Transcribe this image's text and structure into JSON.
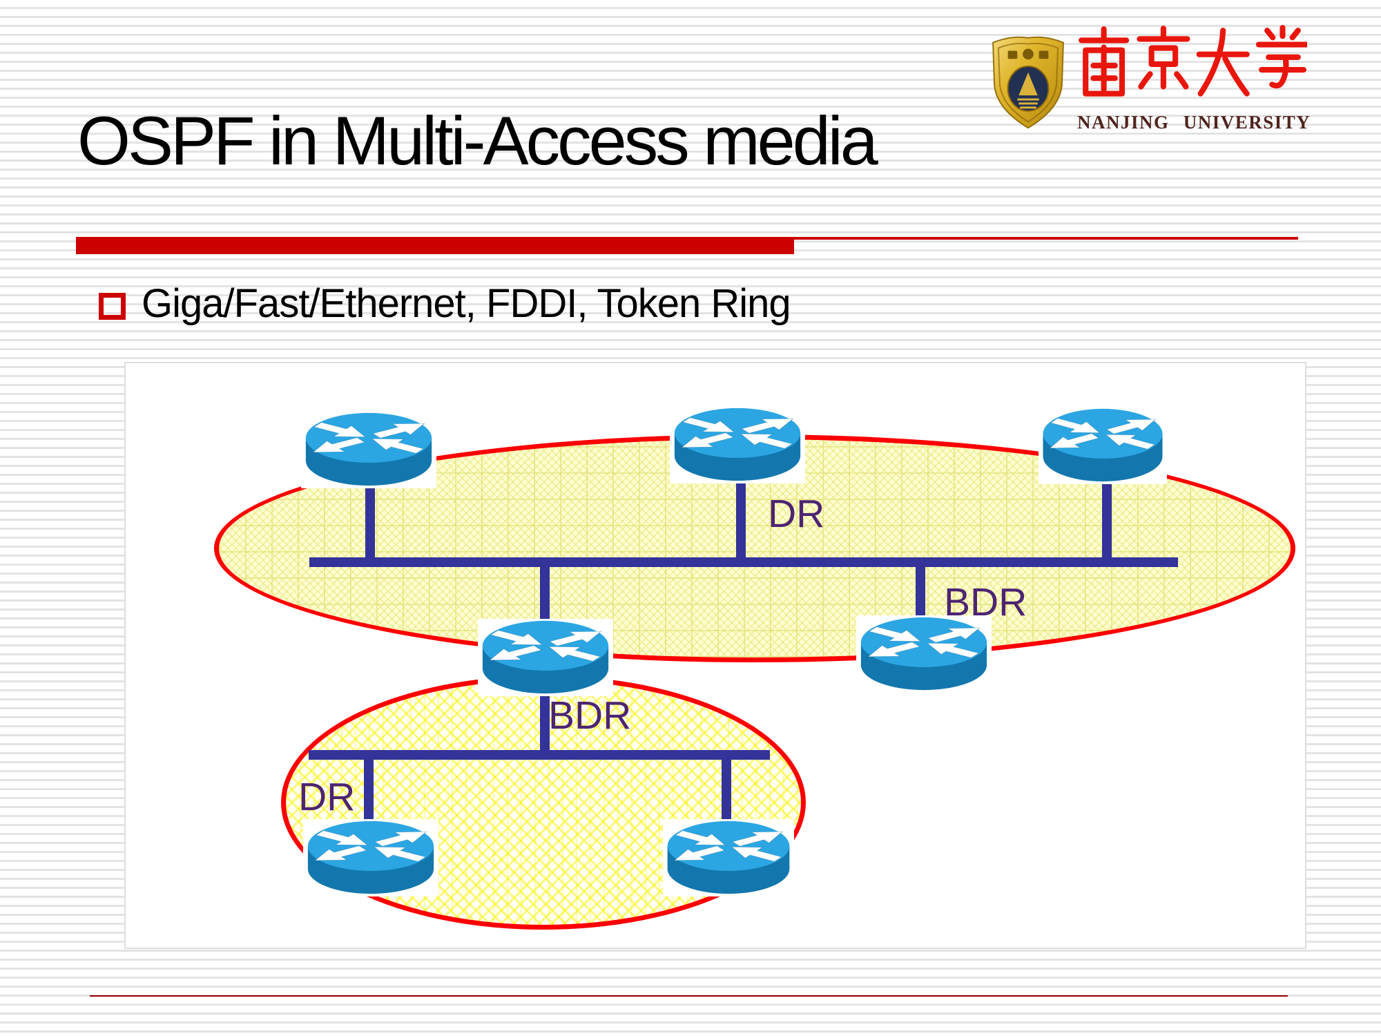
{
  "logo": {
    "chinese_name": "南京大学",
    "english_name": "NANJING UNIVERSITY"
  },
  "slide": {
    "title": "OSPF in Multi-Access media",
    "bullet": "Giga/Fast/Ethernet, FDDI, Token Ring"
  },
  "diagram": {
    "top_network": {
      "dr_label": "DR",
      "bdr_label": "BDR"
    },
    "bottom_network": {
      "dr_label": "DR",
      "bdr_label": "BDR"
    }
  },
  "colors": {
    "accent_red": "#cc0000",
    "ellipse_border_red": "#fa0000",
    "bus_navy": "#333399",
    "label_purple": "#4c2472",
    "router_blue_top": "#2ba6e2",
    "router_blue_side": "#1377ae",
    "footer_dark_red": "#990000"
  }
}
